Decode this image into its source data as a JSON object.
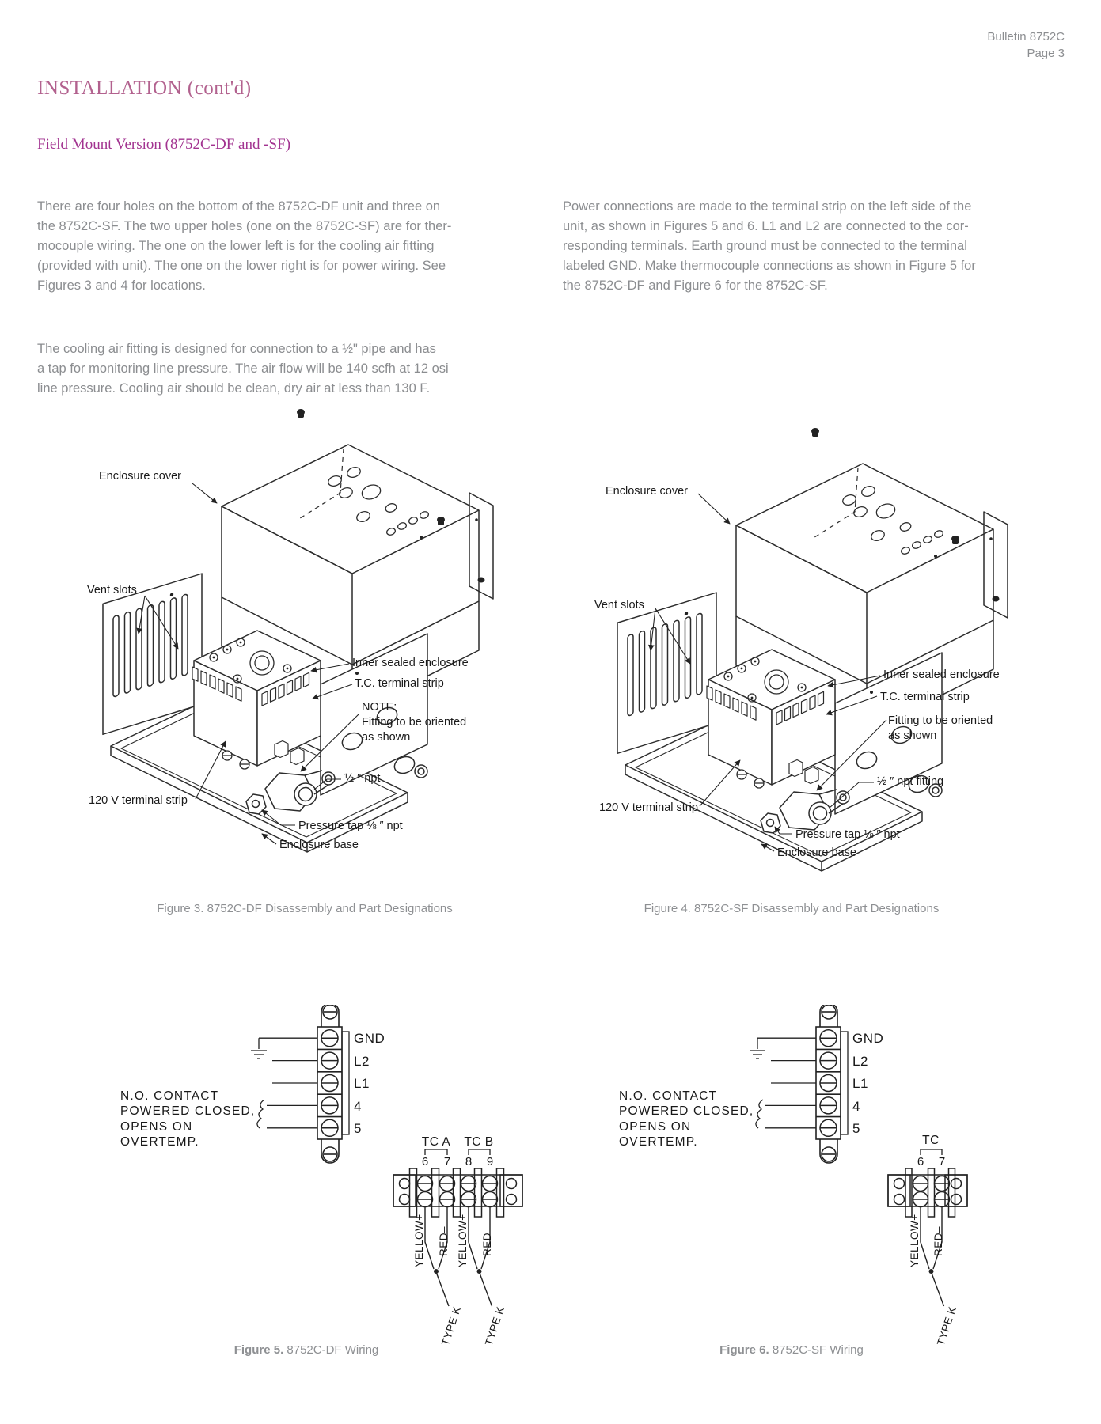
{
  "header": {
    "line1": "Bulletin 8752C",
    "line2": "Page 3"
  },
  "title": "INSTALLATION (cont'd)",
  "section_heading": "Field Mount Version (8752C-DF and -SF)",
  "body": {
    "left_p1": "There are four holes on the bottom of the 8752C-DF unit and three on\nthe 8752C-SF. The two upper holes (one on the 8752C-SF) are for ther-\nmocouple wiring. The one on the lower left is for the cooling air fitting\n(provided with unit). The one on the lower right is for power wiring. See\nFigures 3 and 4 for locations.",
    "left_p2": "The cooling air fitting is designed for connection to a ½\" pipe and has\na tap for monitoring line pressure. The air flow will be 140 scfh at 12 osi\nline pressure. Cooling air should be clean, dry air at less than 130 F.",
    "right_p1": "Power connections are made to the terminal strip on the left side of the\nunit, as shown in Figures 5 and 6. L1 and L2 are connected to the cor-\nresponding terminals. Earth ground must be connected to the terminal\nlabeled GND. Make thermocouple connections as shown in Figure 5 for\nthe 8752C-DF and Figure 6 for the 8752C-SF."
  },
  "figure3": {
    "labels": {
      "enclosure_cover": "Enclosure cover",
      "vent_slots": "Vent slots",
      "inner_sealed": "Inner sealed enclosure",
      "tc_terminal_strip": "T.C. terminal strip",
      "note": "NOTE:\nFitting to be oriented\nas shown",
      "half_npt": "½ ″ npt",
      "v120_strip": "120 V terminal strip",
      "pressure_tap": "Pressure tap ⅛ ″ npt",
      "enclosure_base": "Enclosure base"
    },
    "caption": "Figure 3. 8752C-DF Disassembly and Part Designations"
  },
  "figure4": {
    "labels": {
      "enclosure_cover": "Enclosure cover",
      "vent_slots": "Vent slots",
      "inner_sealed": "Inner sealed enclosure",
      "tc_terminal_strip": "T.C. terminal strip",
      "note": "Fitting to be oriented\nas shown",
      "half_npt": "½ ″ npt fitting",
      "v120_strip": "120 V terminal strip",
      "pressure_tap": "Pressure tap ⅛ ″ npt",
      "enclosure_base": "Enclosure base"
    },
    "caption": "Figure 4. 8752C-SF Disassembly and Part Designations"
  },
  "figure5": {
    "no_contact": "N.O. CONTACT\nPOWERED CLOSED,\nOPENS ON\nOVERTEMP.",
    "power_terminals": [
      "GND",
      "L2",
      "L1",
      "4",
      "5"
    ],
    "tc_header_a": "TC A",
    "tc_header_b": "TC B",
    "terminal_numbers": [
      "6",
      "7",
      "8",
      "9"
    ],
    "wire_yellow": "YELLOW+",
    "wire_red": "RED–",
    "type_k": "TYPE K",
    "caption_label": "Figure 5.",
    "caption_text": " 8752C-DF Wiring"
  },
  "figure6": {
    "no_contact": "N.O. CONTACT\nPOWERED CLOSED,\nOPENS ON\nOVERTEMP.",
    "power_terminals": [
      "GND",
      "L2",
      "L1",
      "4",
      "5"
    ],
    "tc_header": "TC",
    "terminal_numbers": [
      "6",
      "7"
    ],
    "wire_yellow": "YELLOW+",
    "wire_red": "RED–",
    "type_k": "TYPE K",
    "caption_label": "Figure 6.",
    "caption_text": " 8752C-SF Wiring"
  }
}
